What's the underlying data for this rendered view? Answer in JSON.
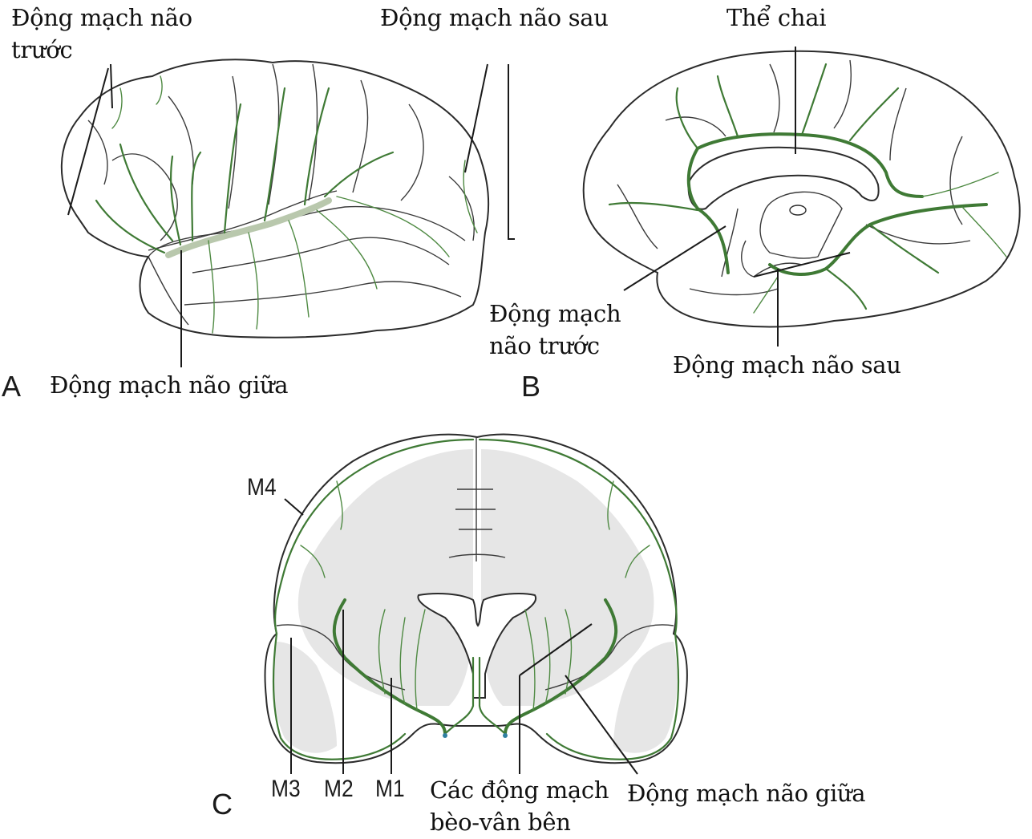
{
  "figure": {
    "panels": [
      {
        "letter": "A",
        "view": "lateral",
        "labels": {
          "anterior_cerebral_artery_line1": "Động mạch não",
          "anterior_cerebral_artery_line2": "trước",
          "posterior_cerebral_artery": "Động mạch não sau",
          "middle_cerebral_artery": "Động mạch não giữa"
        }
      },
      {
        "letter": "B",
        "view": "medial",
        "labels": {
          "corpus_callosum": "Thể chai",
          "anterior_cerebral_artery_line1": "Động mạch",
          "anterior_cerebral_artery_line2": "não trước",
          "posterior_cerebral_artery": "Động mạch não sau"
        }
      },
      {
        "letter": "C",
        "view": "coronal",
        "labels": {
          "m4": "M4",
          "m3": "M3",
          "m2": "M2",
          "m1": "M1",
          "lenticulostriate_line1": "Các động mạch",
          "lenticulostriate_line2": "bèo-vân bên",
          "middle_cerebral_artery": "Động mạch não giữa"
        }
      }
    ],
    "colors": {
      "vessel": "#3f7a35",
      "outline": "#2b2b2b",
      "white_matter": "#e6e6e6",
      "background": "#ffffff"
    }
  }
}
